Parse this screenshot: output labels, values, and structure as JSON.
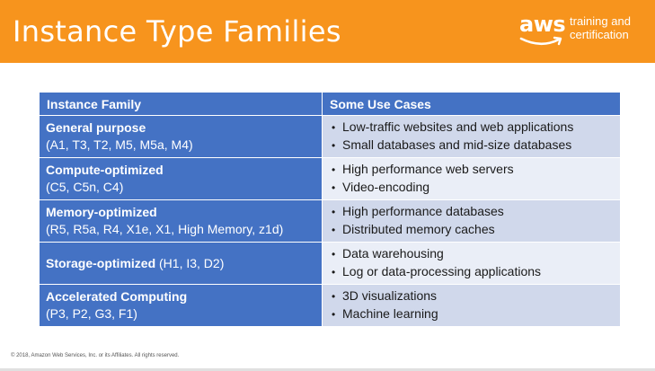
{
  "header": {
    "title": "Instance Type Families",
    "logo_word": "aws",
    "logo_line1": "training and",
    "logo_line2": "certification",
    "bg_color": "#f7941d"
  },
  "table": {
    "col_family": "Instance Family",
    "col_uses": "Some Use Cases",
    "header_color": "#4472c4",
    "rows": [
      {
        "name": "General purpose",
        "types": "(A1, T3, T2, M5, M5a, M4)",
        "uses": [
          "Low-traffic websites and web applications",
          "Small databases and mid-size databases"
        ]
      },
      {
        "name": "Compute-optimized",
        "types": "(C5, C5n, C4)",
        "uses": [
          "High performance web servers",
          "Video-encoding"
        ]
      },
      {
        "name": "Memory-optimized",
        "types": "(R5, R5a, R4, X1e, X1, High Memory, z1d)",
        "uses": [
          "High performance databases",
          "Distributed memory caches"
        ]
      },
      {
        "name": "Storage-optimized",
        "types": "(H1, I3, D2)",
        "uses": [
          "Data warehousing",
          "Log or data-processing applications"
        ]
      },
      {
        "name": "Accelerated Computing",
        "types": "(P3, P2, G3, F1)",
        "uses": [
          "3D visualizations",
          "Machine learning"
        ]
      }
    ]
  },
  "footer": {
    "copyright": "© 2018, Amazon Web Services, Inc. or its Affiliates. All rights reserved."
  }
}
